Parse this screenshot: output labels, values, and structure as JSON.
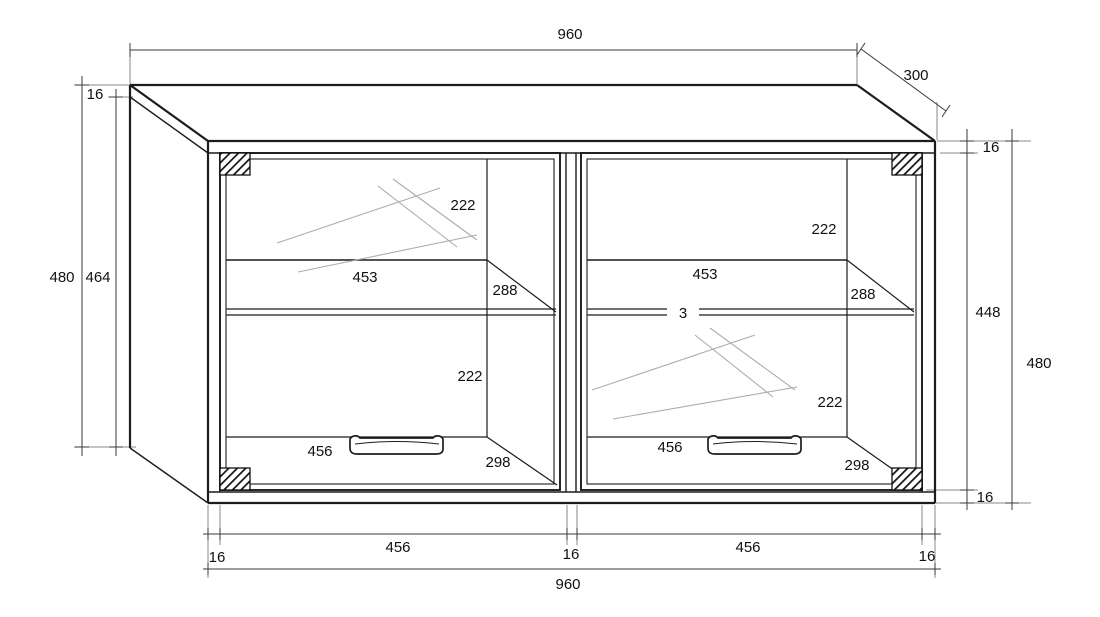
{
  "dims": {
    "top": {
      "width": "960",
      "depth": "300"
    },
    "left": {
      "top_thickness": "16",
      "total_height": "480",
      "inner_height": "464"
    },
    "right": {
      "top_thickness": "16",
      "interior_height": "448",
      "total_height": "480",
      "bottom_thickness": "16"
    },
    "bottom": {
      "left_thickness": "16",
      "left_door_width": "456",
      "center_thickness": "16",
      "right_door_width": "456",
      "right_thickness": "16",
      "total_width": "960"
    },
    "left_door": {
      "upper_height": "222",
      "shelf_width": "453",
      "shelf_depth": "288",
      "lower_height": "222",
      "handle_width": "456",
      "bottom_depth": "298"
    },
    "right_door": {
      "upper_height": "222",
      "shelf_width": "453",
      "shelf_depth": "288",
      "shelf_thickness": "3",
      "lower_height": "222",
      "handle_width": "456",
      "bottom_depth": "298"
    }
  },
  "colors": {
    "background": "#ffffff",
    "body_line": "#1c1c1c",
    "dimension_line": "#3a3a3a",
    "extension_line": "#8a8a8a",
    "glass_glint": "#adadad",
    "text": "#111111"
  }
}
